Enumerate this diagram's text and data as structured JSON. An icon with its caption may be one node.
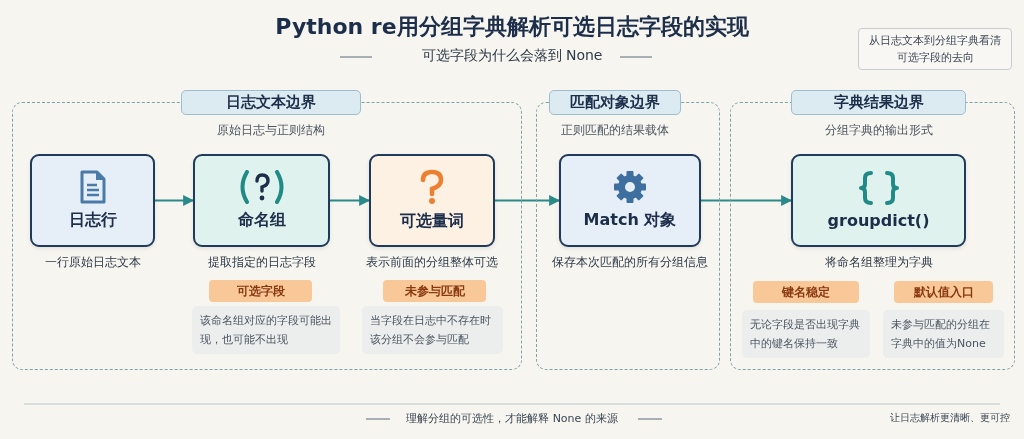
{
  "diagram": {
    "title": "Python re用分组字典解析可选日志字段的实现",
    "caption": "理解分组的可选性，才能解释 None 的来源",
    "nodes": [
      {
        "text": [
          "从日志文本到分组字典看清可选字段的去向"
        ]
      },
      {
        "text": [
          "日志文本边界",
          "原始日志与正则结构"
        ]
      },
      {
        "text": [
          "日志行"
        ],
        "in": 1,
        "beside": [
          "一行原始日志文本"
        ]
      },
      {
        "text": [
          "命名组"
        ],
        "in": 1,
        "beside": [
          "提取指定的日志字段"
        ]
      },
      {
        "text": [
          "可选字段"
        ],
        "in": 1
      },
      {
        "text": [
          "该命名组对应的字段可能出现，也可能不出现"
        ],
        "in": 1
      },
      {
        "text": [
          "可选量词"
        ],
        "in": 1,
        "beside": [
          "表示前面的分组整体可选"
        ]
      },
      {
        "text": [
          "未参与匹配"
        ],
        "in": 1
      },
      {
        "text": [
          "当字段在日志中不存在时该分组不会参与匹配"
        ],
        "in": 1
      },
      {
        "text": [
          "匹配对象边界",
          "正则匹配的结果载体"
        ]
      },
      {
        "text": [
          "Match 对象"
        ],
        "in": 9,
        "beside": [
          "保存本次匹配的所有分组信息"
        ]
      },
      {
        "text": [
          "字典结果边界",
          "分组字典的输出形式"
        ]
      },
      {
        "text": [
          "groupdict()"
        ],
        "in": 11,
        "beside": [
          "将命名组整理为字典"
        ]
      },
      {
        "text": [
          "键名稳定"
        ],
        "in": 11
      },
      {
        "text": [
          "无论字段是否出现字典中的键名保持一致"
        ],
        "in": 11
      },
      {
        "text": [
          "默认值入口"
        ],
        "in": 11
      },
      {
        "text": [
          "未参与匹配的分组在字典中的值为None"
        ],
        "in": 11
      }
    ],
    "edges": [
      {
        "from": 2,
        "to": 3,
        "arrow": "to"
      },
      {
        "from": 3,
        "to": 6,
        "arrow": "to"
      },
      {
        "from": 6,
        "to": 10,
        "arrow": "to"
      },
      {
        "from": 10,
        "to": 12,
        "arrow": "to"
      }
    ],
    "labels": [
      "可选字段为什么会落到 None",
      "让日志解析更清晰、更可控"
    ]
  }
}
